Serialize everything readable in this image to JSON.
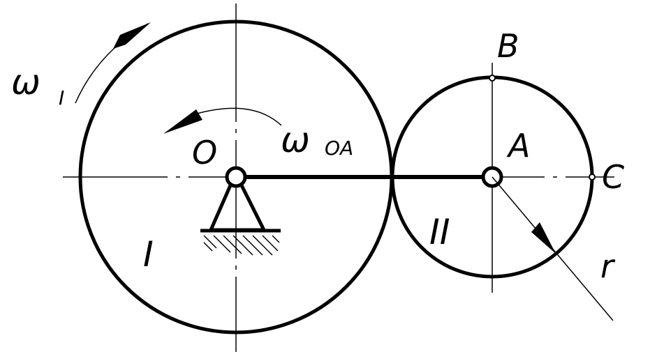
{
  "labels": {
    "omega1_symbol": "ω",
    "omega1_index": "I",
    "omega_oa_symbol": "ω",
    "omega_oa_index": "OA",
    "point_o": "O",
    "point_a": "A",
    "point_b": "B",
    "point_c": "C",
    "gear_one": "I",
    "gear_two": "II",
    "radius": "r"
  },
  "colors": {
    "stroke": "#000000",
    "background": "#ffffff"
  }
}
